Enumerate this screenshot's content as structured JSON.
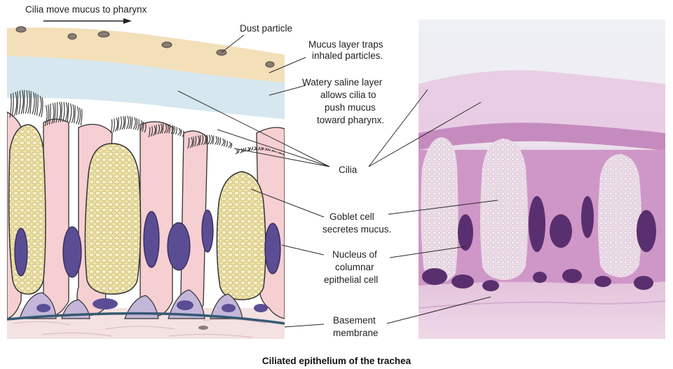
{
  "figure": {
    "flow_label": "Cilia move mucus to pharynx",
    "caption": "Ciliated epithelium of the trachea",
    "labels": {
      "dust": "Dust particle",
      "mucus_1": "Mucus layer traps",
      "mucus_2": "inhaled particles.",
      "saline_1": "Watery saline layer",
      "saline_2": "allows cilia to",
      "saline_3": "push mucus",
      "saline_4": "toward pharynx.",
      "cilia": "Cilia",
      "goblet_1": "Goblet cell",
      "goblet_2": "secretes mucus.",
      "nucleus_1": "Nucleus of",
      "nucleus_2": "columnar",
      "nucleus_3": "epithelial cell",
      "basement_1": "Basement",
      "basement_2": "membrane"
    },
    "colors": {
      "mucus": "#f3dfb8",
      "saline": "#d6e7ef",
      "cell": "#f6cfd2",
      "goblet": "#efe4a6",
      "nucleus": "#5b4d94",
      "basal": "#c3b6d8",
      "connective": "#f4e1e1",
      "membrane": "#355a73",
      "micro_bg": "#e2c6df",
      "micro_nucleus": "#5a2f6f"
    }
  }
}
